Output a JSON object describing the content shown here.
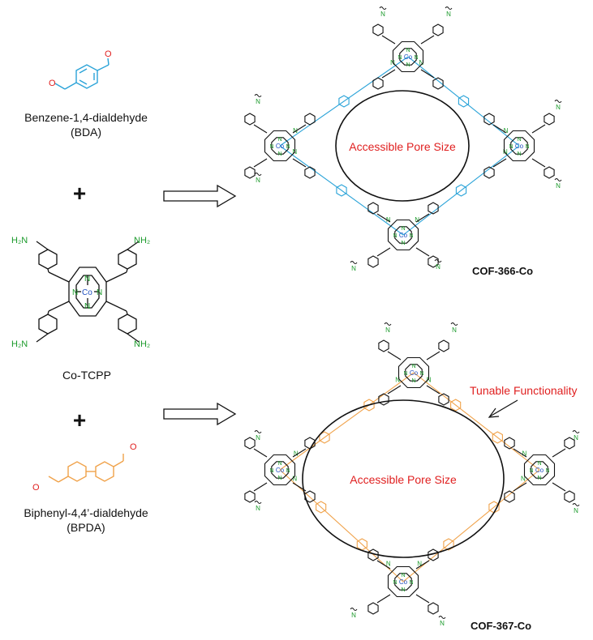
{
  "reagents": {
    "bda_name": "Benzene-1,4-dialdehyde",
    "bda_abbr": "(BDA)",
    "tcpp_name": "Co-TCPP",
    "bpda_name": "Biphenyl-4,4’-dialdehyde",
    "bpda_abbr": "(BPDA)",
    "plus": "+",
    "amine_label": "H₂N",
    "amine_label_right": "NH₂"
  },
  "products": {
    "top_name": "COF-366-Co",
    "bottom_name": "COF-367-Co",
    "pore_label": "Accessible Pore Size",
    "functionality_label": "Tunable Functionality"
  },
  "atoms": {
    "cobalt": "Co",
    "nitrogen": "N",
    "oxygen": "O"
  },
  "colors": {
    "bda": "#2aa3d8",
    "bpda": "#f0a24a",
    "nitrogen": "#1a9a2a",
    "cobalt": "#1f4fbf",
    "oxygen": "#e02020",
    "highlight_text": "#e02020",
    "bond": "#111111"
  }
}
